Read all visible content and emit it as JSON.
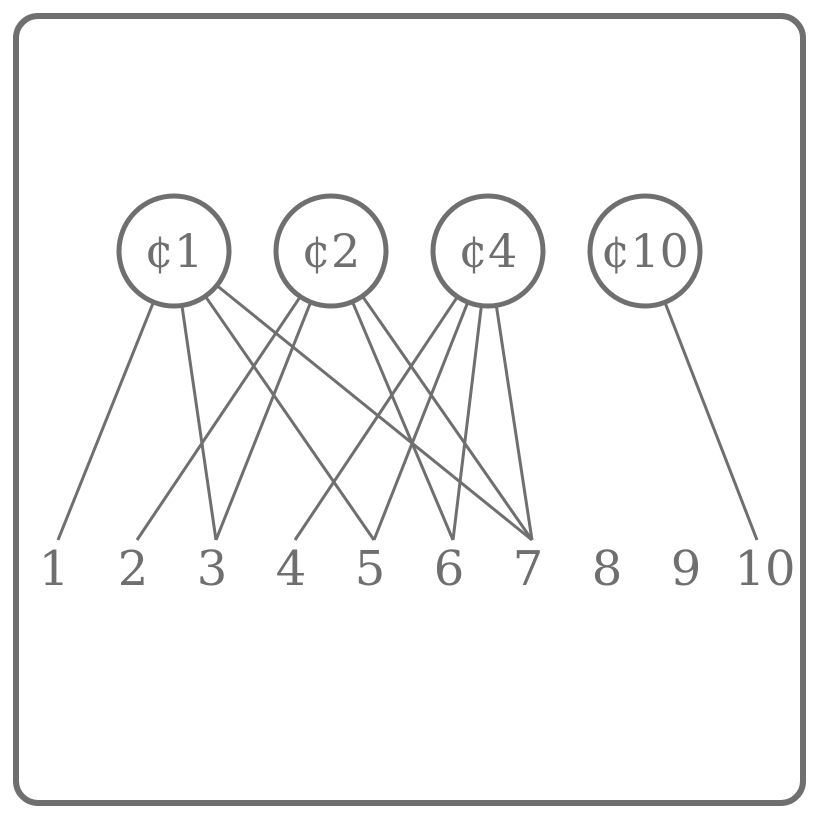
{
  "diagram": {
    "coins": [
      {
        "id": "c1",
        "label": "¢1",
        "connects_to": [
          1,
          3,
          5,
          7
        ]
      },
      {
        "id": "c2",
        "label": "¢2",
        "connects_to": [
          2,
          3,
          6,
          7
        ]
      },
      {
        "id": "c4",
        "label": "¢4",
        "connects_to": [
          4,
          5,
          6,
          7
        ]
      },
      {
        "id": "c10",
        "label": "¢10",
        "connects_to": [
          10
        ]
      }
    ],
    "numbers": [
      {
        "value": 1,
        "label": "1",
        "highlighted": false
      },
      {
        "value": 2,
        "label": "2",
        "highlighted": false
      },
      {
        "value": 3,
        "label": "3",
        "highlighted": false
      },
      {
        "value": 4,
        "label": "4",
        "highlighted": false
      },
      {
        "value": 5,
        "label": "5",
        "highlighted": false
      },
      {
        "value": 6,
        "label": "6",
        "highlighted": false
      },
      {
        "value": 7,
        "label": "7",
        "highlighted": false
      },
      {
        "value": 8,
        "label": "8",
        "highlighted": true
      },
      {
        "value": 9,
        "label": "9",
        "highlighted": false
      },
      {
        "value": 10,
        "label": "10",
        "highlighted": false
      }
    ]
  },
  "colors": {
    "stroke": "#6f6f6f",
    "text": "#6f6f6f",
    "highlight": "#f2d700",
    "background": "#ffffff"
  }
}
